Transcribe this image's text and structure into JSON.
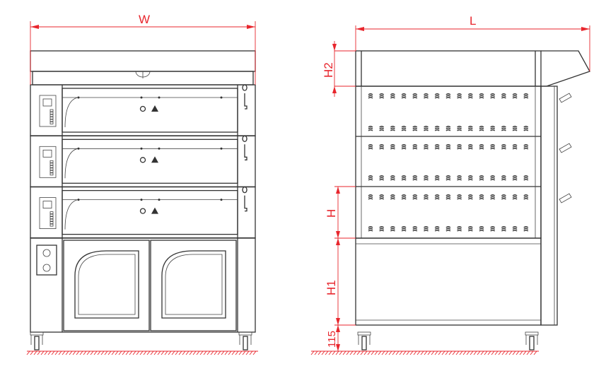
{
  "front_view": {
    "width_label": "W",
    "deck_count": 3,
    "proofer_doors": 2
  },
  "side_view": {
    "length_label": "L",
    "hood_height_label": "H2",
    "deck_height_label": "H",
    "proofer_height_label": "H1",
    "leg_height_label": "115",
    "louvers_per_row": 15
  },
  "colors": {
    "dimension": "#e8262d",
    "outline": "#333333"
  }
}
